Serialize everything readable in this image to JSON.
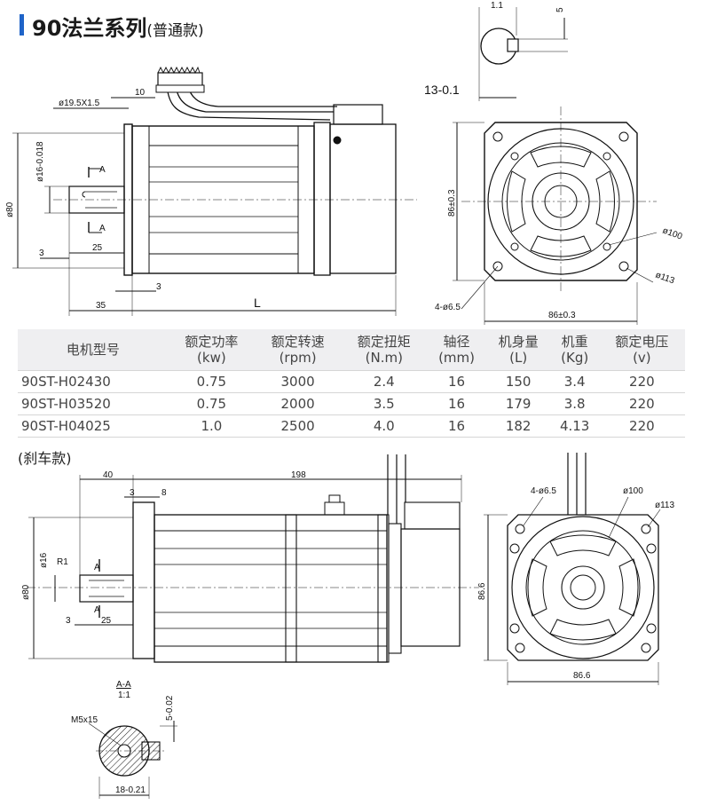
{
  "header": {
    "title": "90法兰系列",
    "subtitle": "(普通款)"
  },
  "table": {
    "columns": [
      {
        "name": "电机型号",
        "unit": ""
      },
      {
        "name": "额定功率",
        "unit": "(kw)"
      },
      {
        "name": "额定转速",
        "unit": "(rpm)"
      },
      {
        "name": "额定扭矩",
        "unit": "(N.m)"
      },
      {
        "name": "轴径",
        "unit": "(mm)"
      },
      {
        "name": "机身量",
        "unit": "(L)"
      },
      {
        "name": "机重",
        "unit": "(Kg)"
      },
      {
        "name": "额定电压",
        "unit": "(v)"
      }
    ],
    "rows": [
      [
        "90ST-H02430",
        "0.75",
        "3000",
        "2.4",
        "16",
        "150",
        "3.4",
        "220"
      ],
      [
        "90ST-H03520",
        "0.75",
        "2000",
        "3.5",
        "16",
        "179",
        "3.8",
        "220"
      ],
      [
        "90ST-H04025",
        "1.0",
        "2500",
        "4.0",
        "16",
        "182",
        "4.13",
        "220"
      ]
    ]
  },
  "brake_label": "(刹车款)",
  "dims_top": {
    "d1": "ø19.5X1.5",
    "d2": "10",
    "d3": "ø16-0.018",
    "d4": "ø80",
    "d5": "A",
    "d6": "A",
    "d7": "3",
    "d8": "25",
    "d9": "3",
    "d10": "35",
    "d11": "L",
    "d12": "1.1",
    "d13": "5",
    "d14": "13-0.1",
    "d15": "86±0.3",
    "d16": "ø100",
    "d17": "ø113",
    "d18": "4-ø6.5",
    "d19": "86±0.3"
  },
  "dims_bottom": {
    "b1": "40",
    "b2": "198",
    "b3": "3",
    "b4": "8",
    "b5": "ø16",
    "b6": "R1",
    "b7": "ø80",
    "b8": "A",
    "b9": "A",
    "b10": "3",
    "b11": "25",
    "b12": "4-ø6.5",
    "b13": "ø100",
    "b14": "ø113",
    "b15": "86.6",
    "b16": "86.6",
    "b17": "A-A",
    "b18": "1:1",
    "b19": "M5x15",
    "b20": "5-0.02",
    "b21": "18-0.21"
  }
}
